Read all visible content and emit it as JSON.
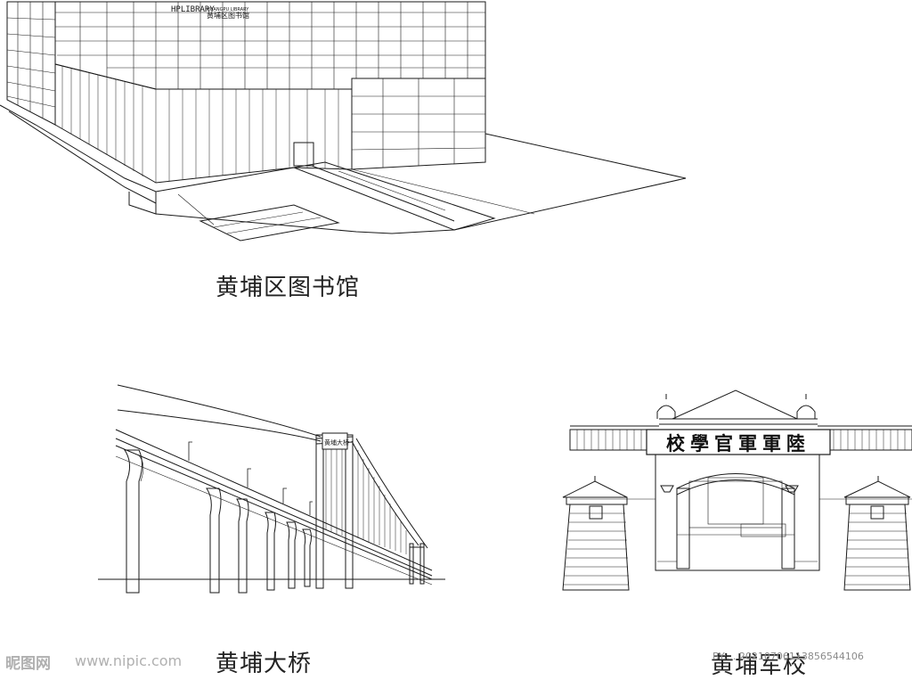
{
  "captions": {
    "library": "黄埔区图书馆",
    "bridge": "黄埔大桥",
    "academy": "黄埔军校"
  },
  "signs": {
    "library_logo": "HPLIBRARY",
    "library_en": "HUANGPU LIBRARY",
    "library_cn": "黄埔区图书馆",
    "bridge_plaque": "黄埔大桥",
    "academy_board": "陸軍軍官學校"
  },
  "watermark": {
    "brand": "昵图网",
    "url": "www.nipic.com",
    "id": "BY:... 20210706113856544106"
  },
  "colors": {
    "stroke": "#1a1a1a",
    "watermark": "#9a9a9a"
  }
}
